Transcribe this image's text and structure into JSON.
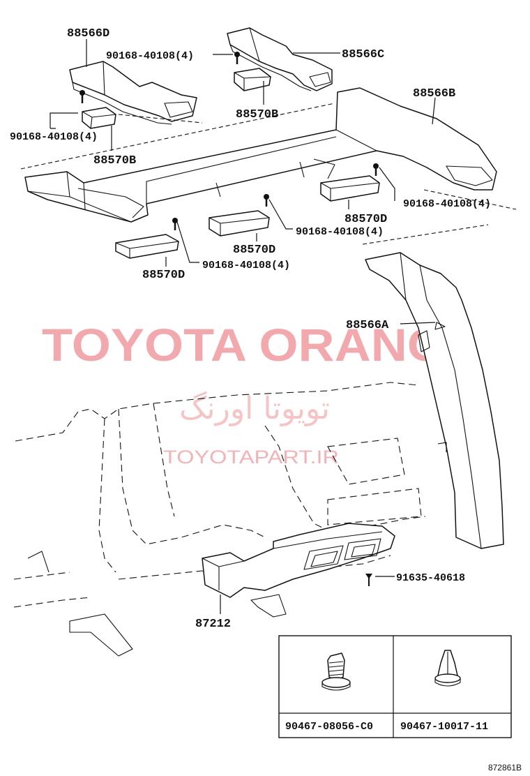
{
  "labels": {
    "p88566D": "88566D",
    "p88566C": "88566C",
    "p88566B": "88566B",
    "p88566A": "88566A",
    "p88570B_left": "88570B",
    "p88570B_center": "88570B",
    "p88570D_right": "88570D",
    "p88570D_center": "88570D",
    "p88570D_left": "88570D",
    "p87212": "87212",
    "screw_top": "90168-40108(4)",
    "screw_left": "90168-40108(4)",
    "screw_right": "90168-40108(4)",
    "screw_center": "90168-40108(4)",
    "screw_bottom": "90168-40108(4)",
    "clip_91635": "91635-40618"
  },
  "legend": {
    "cell1": "90467-08056-C0",
    "cell2": "90467-10017-11"
  },
  "watermark": {
    "main": "TOYOTA ORANG",
    "persian": "تویوتا اورنگ",
    "url": "TOYOTAPART.IR"
  },
  "figure_id": "872861B"
}
